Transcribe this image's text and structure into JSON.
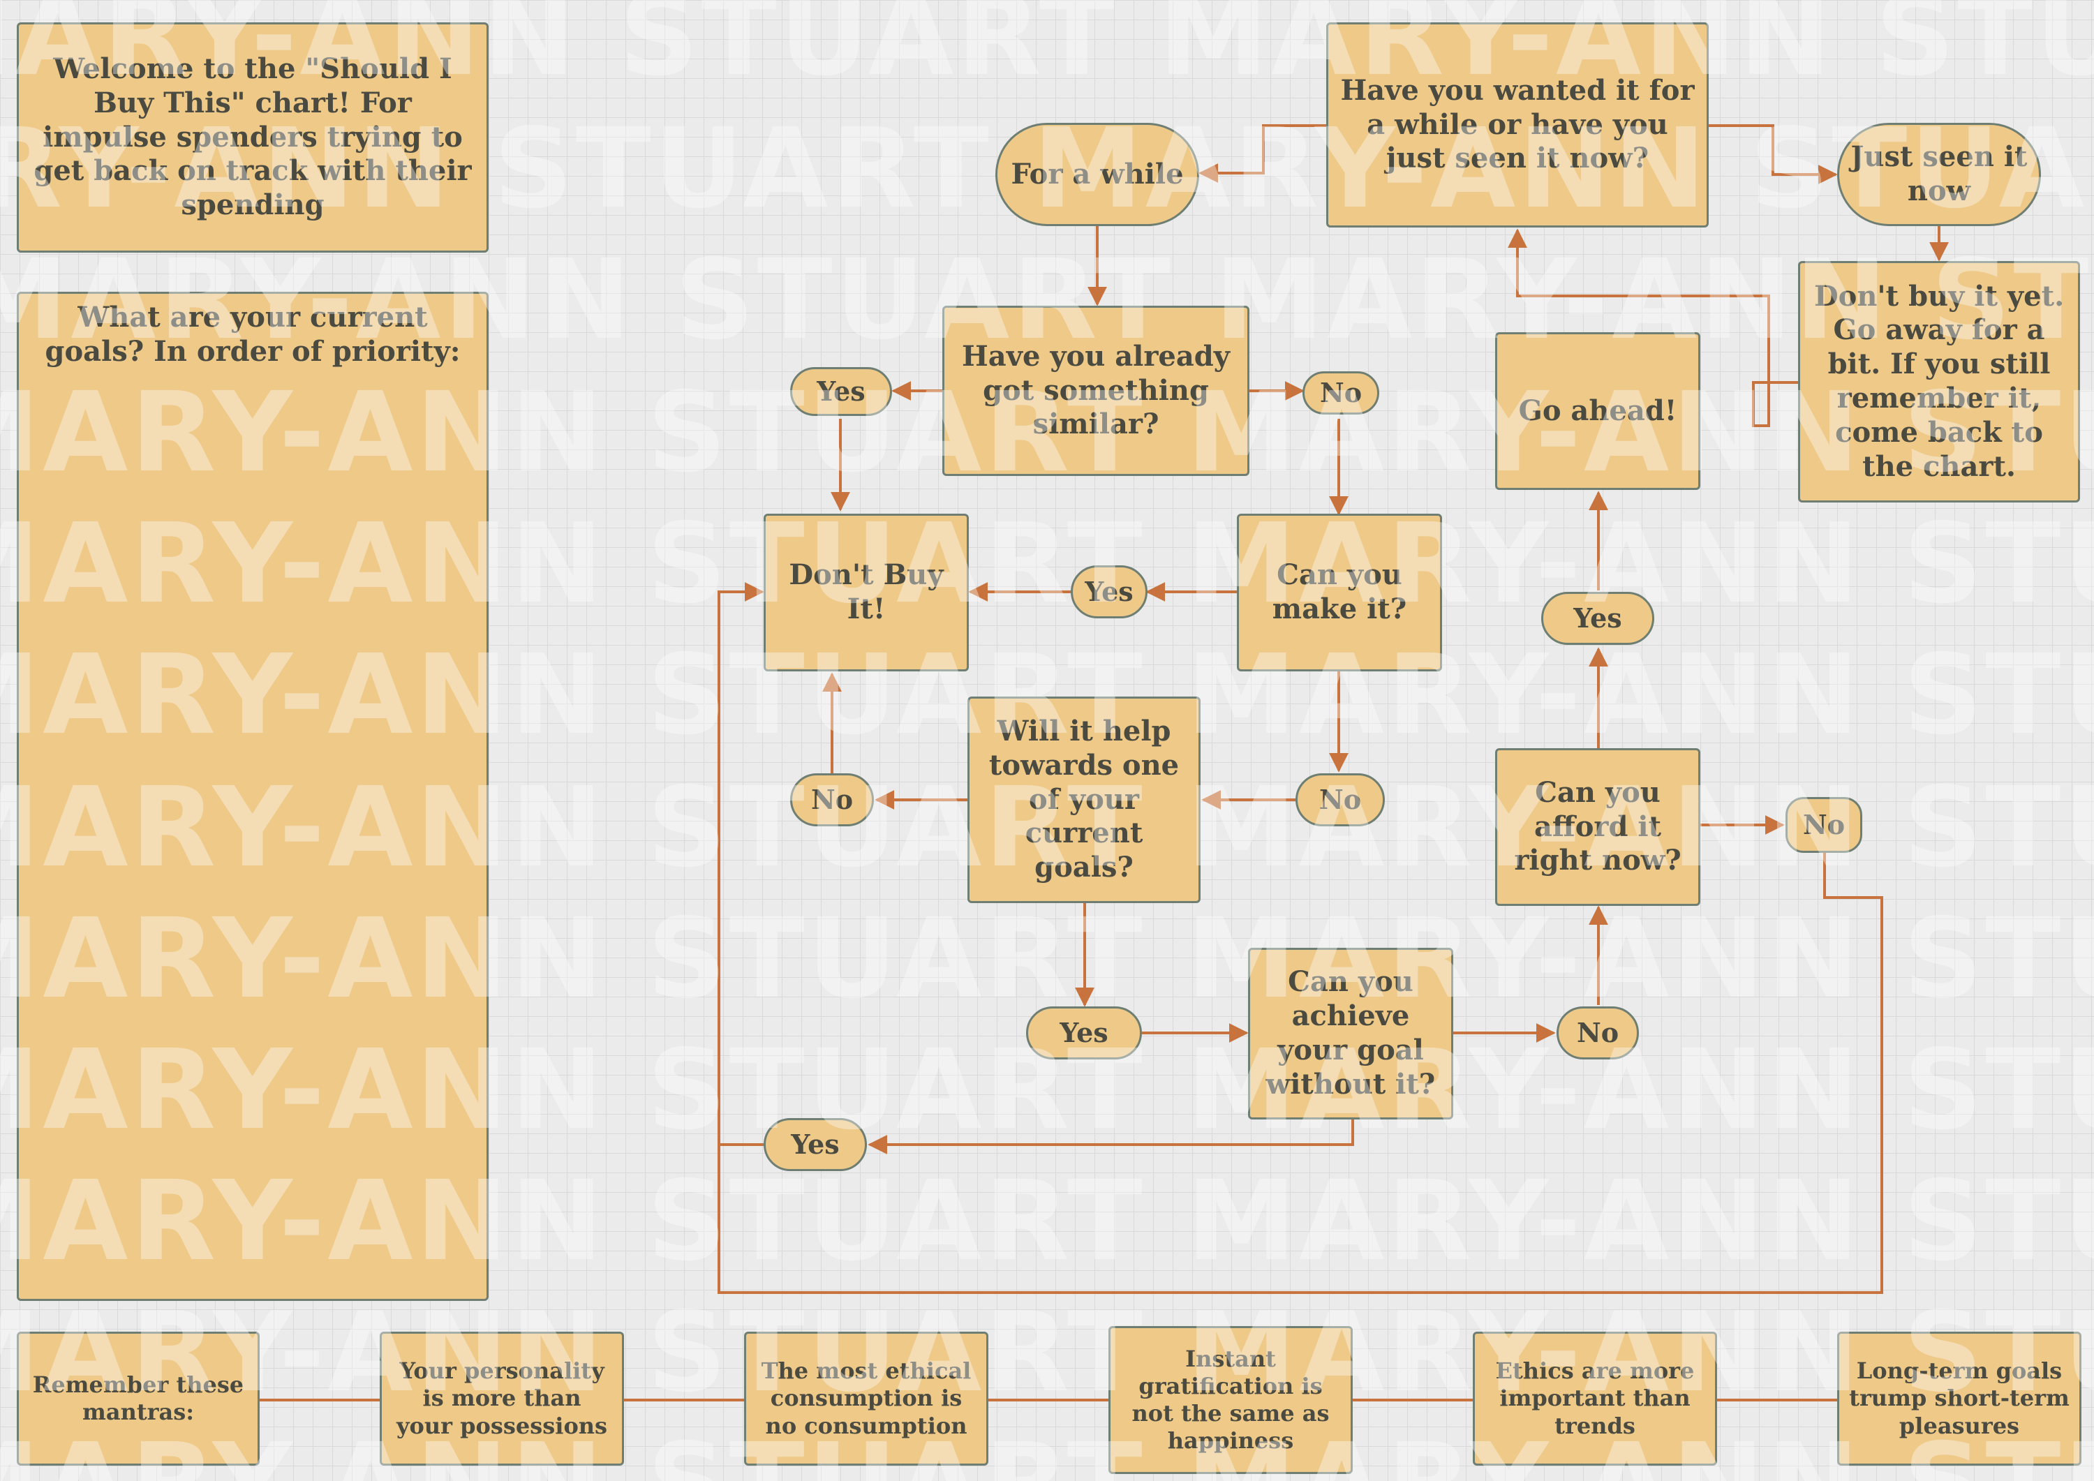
{
  "intro": "Welcome to the \"Should I Buy This\" chart! For impulse spenders trying to get back on track with their spending",
  "goals_prompt": "What are your current goals? In order of priority:",
  "nodes": {
    "wanted_question": "Have you wanted it for a while or have you just seen it now?",
    "for_a_while": "For a while",
    "just_seen": "Just seen it now",
    "dont_buy_yet": "Don't buy it yet. Go away for a bit. If you still remember it, come back to the chart.",
    "similar_question": "Have you already got something similar?",
    "yes_similar": "Yes",
    "no_similar": "No",
    "go_ahead": "Go ahead!",
    "dont_buy": "Don't Buy It!",
    "make_question": "Can you make it?",
    "yes_make": "Yes",
    "yes_afford": "Yes",
    "help_goals_question": "Will it help towards one of your current goals?",
    "no_help": "No",
    "no_make": "No",
    "afford_question": "Can you afford it right now?",
    "no_afford": "No",
    "yes_help": "Yes",
    "achieve_question": "Can you achieve your goal without it?",
    "no_achieve": "No",
    "yes_achieve": "Yes"
  },
  "mantras": {
    "heading": "Remember these mantras:",
    "items": [
      "Your personality is more than your possessions",
      "The most ethical consumption is no consumption",
      "Instant gratification is not the same as happiness",
      "Ethics are more important than trends",
      "Long-term goals trump short-term pleasures"
    ]
  },
  "watermark": "MARY-ANN STUART MARY-ANN STUART MARY-ANN STUART",
  "colors": {
    "box_fill": "#eec987",
    "box_border": "#6f7e72",
    "connector": "#c8733d",
    "text": "#4a4a40"
  }
}
